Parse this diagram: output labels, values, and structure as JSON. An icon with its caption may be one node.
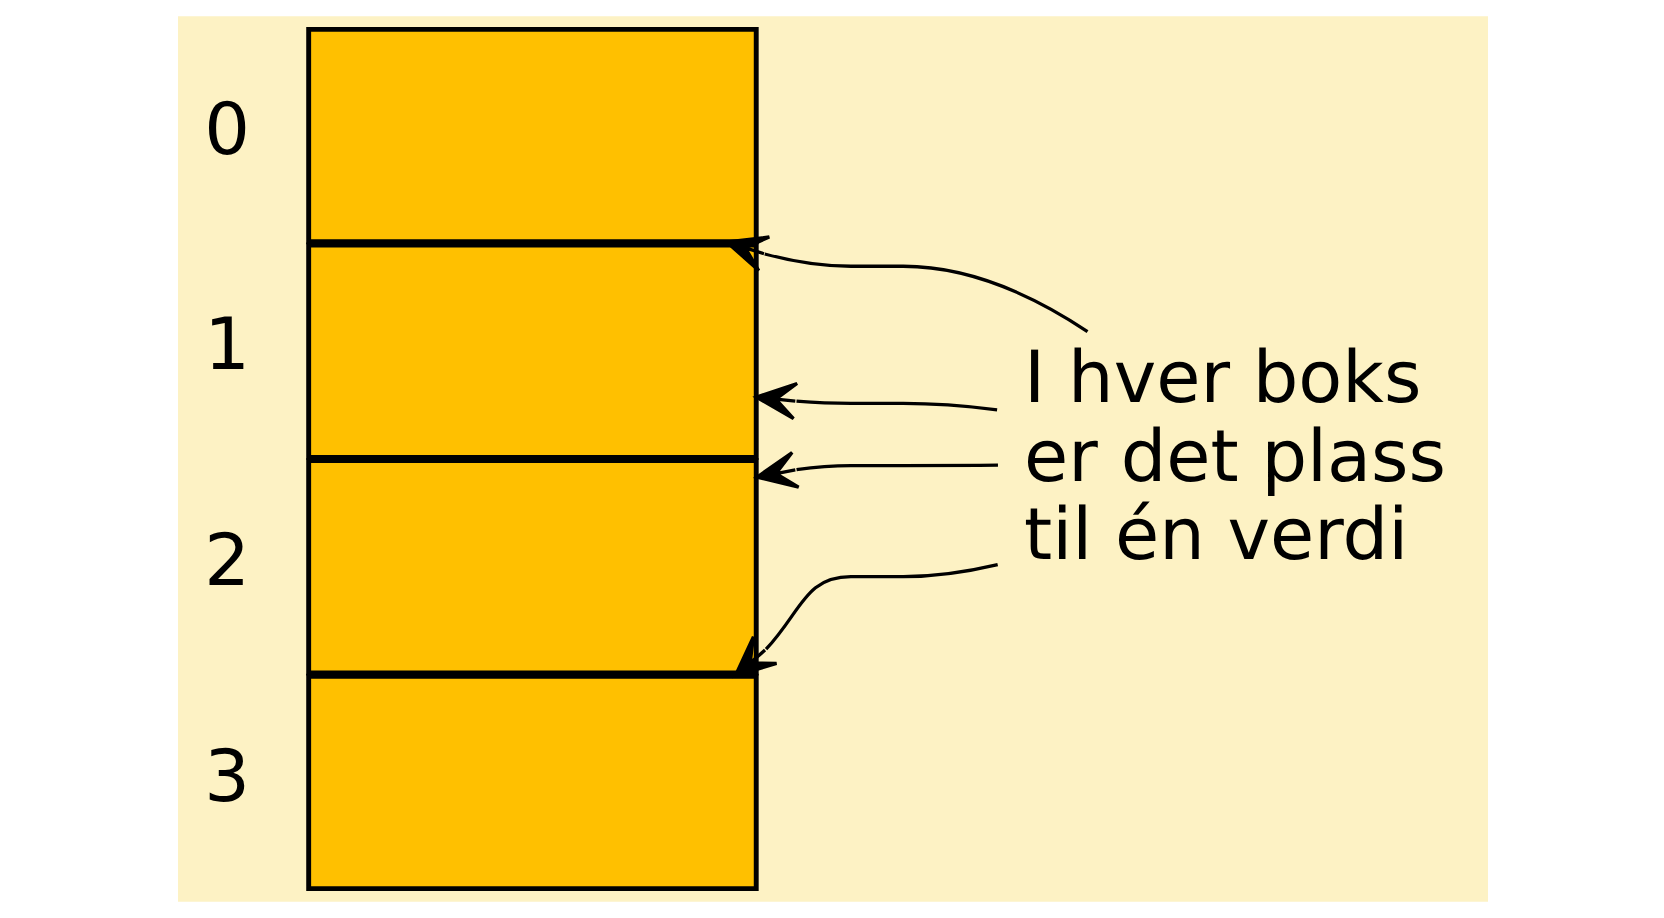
{
  "diagram": {
    "nodes": [
      {
        "text": [],
        "shape": "box",
        "beside": [
          "0"
        ]
      },
      {
        "text": [],
        "shape": "box",
        "beside": [
          "1"
        ]
      },
      {
        "text": [],
        "shape": "box",
        "beside": [
          "2"
        ]
      },
      {
        "text": [],
        "shape": "box",
        "beside": [
          "3"
        ]
      },
      {
        "text": [
          "I hver boks er det plass til én verdi"
        ]
      }
    ],
    "edges": [
      {
        "from": 4,
        "to": 0,
        "arrow": "to"
      },
      {
        "from": 4,
        "to": 1,
        "arrow": "to"
      },
      {
        "from": 4,
        "to": 2,
        "arrow": "to"
      },
      {
        "from": 4,
        "to": 3,
        "arrow": "to"
      }
    ]
  }
}
